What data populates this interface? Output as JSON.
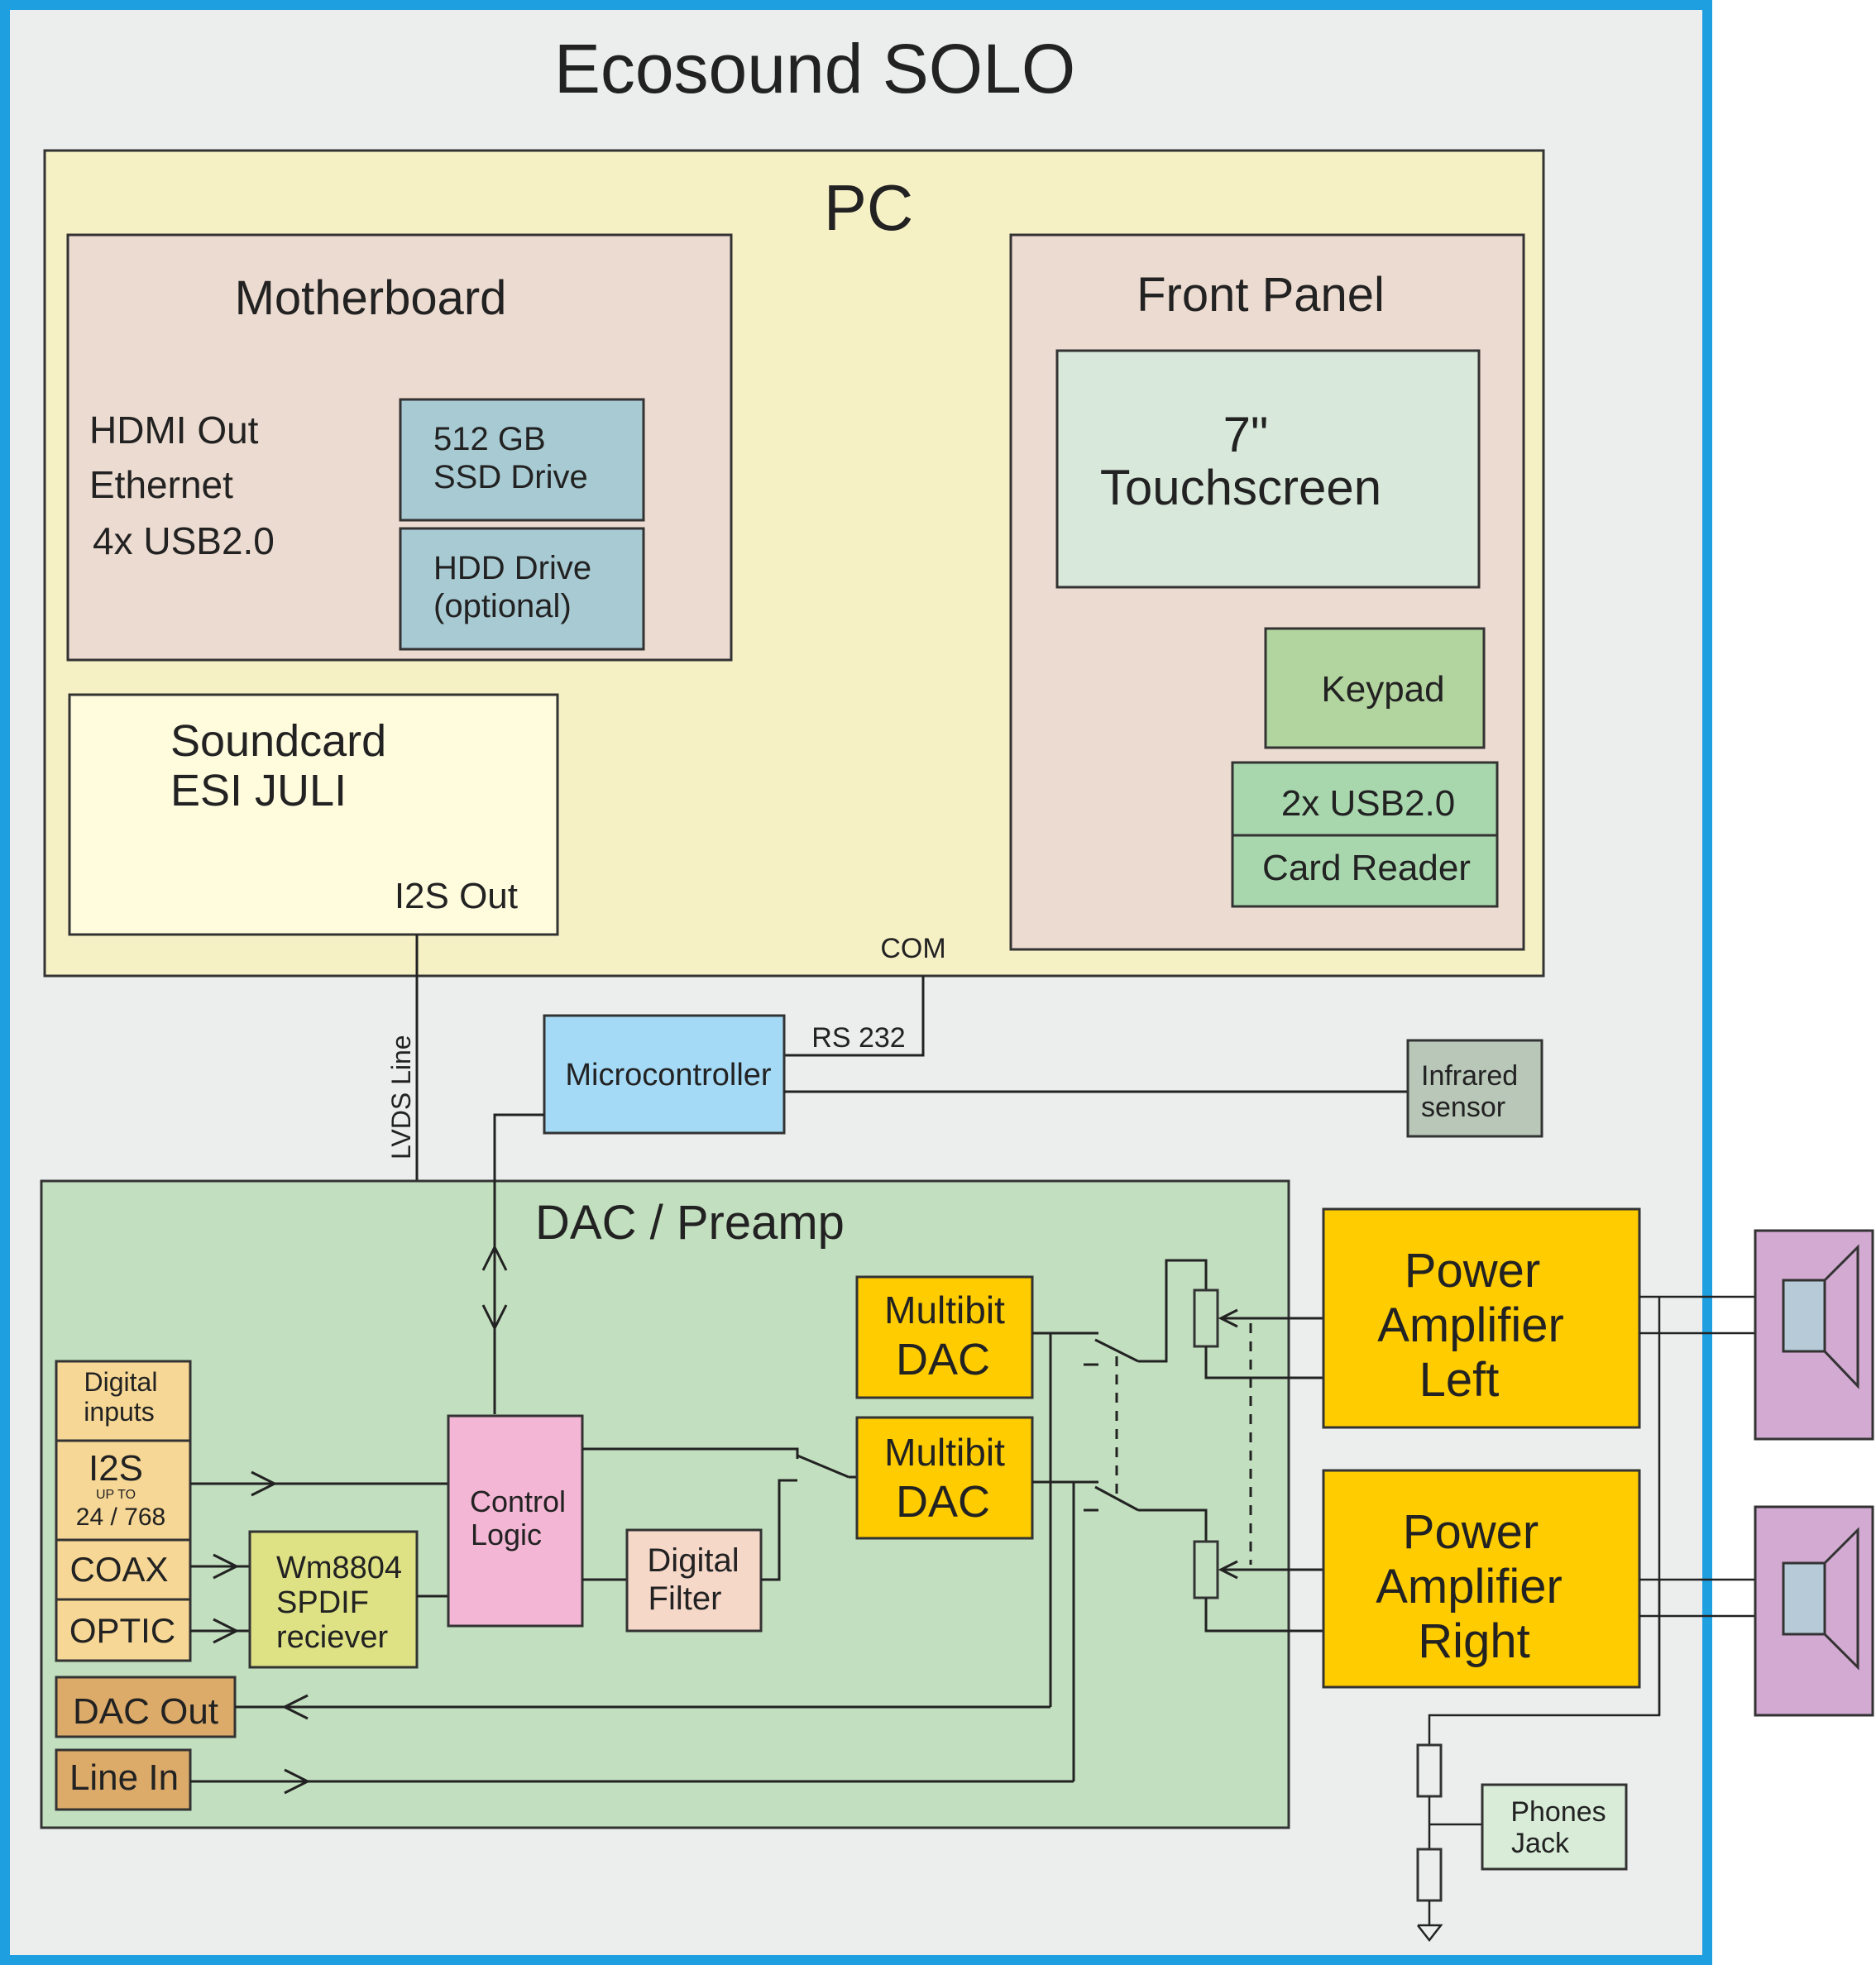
{
  "title": "Ecosound SOLO",
  "colors": {
    "frame_border": "#1d9fe0",
    "frame_bg": "#eceeee",
    "pc_bg": "#f6f1c5",
    "panel_bg": "#ecdbd0",
    "storage_bg": "#a8cad3",
    "soundcard_bg": "#fffbdd",
    "touchscreen_bg": "#d8e8da",
    "keypad_bg": "#b2d49e",
    "usb_bg": "#a8d7ae",
    "microcontroller_bg": "#a5daf6",
    "infrared_bg": "#b8c7b8",
    "dac_bg": "#c2dfbf",
    "input_bg": "#f6d795",
    "spdif_bg": "#dee285",
    "control_bg": "#f3b6d4",
    "filter_bg": "#f6d8c9",
    "yellow_bg": "#ffcc00",
    "port_bg": "#dcab6a",
    "speaker_bg": "#d2aad2",
    "driver_bg": "#b6cad8",
    "phones_bg": "#d8ecd8"
  },
  "pc": {
    "label": "PC",
    "motherboard": {
      "label": "Motherboard",
      "ports": [
        "HDMI Out",
        "Ethernet",
        "4x USB2.0"
      ],
      "ssd": [
        "512 GB",
        "SSD Drive"
      ],
      "hdd": [
        "HDD Drive",
        "(optional)"
      ]
    },
    "soundcard": {
      "label": [
        "Soundcard",
        "ESI JULI"
      ],
      "output": "I2S Out"
    },
    "front_panel": {
      "label": "Front Panel",
      "touchscreen": [
        "7\"",
        "Touchscreen"
      ],
      "keypad": "Keypad",
      "usb": "2x USB2.0",
      "card_reader": "Card Reader"
    },
    "com": "COM"
  },
  "links": {
    "rs232": "RS 232",
    "lvds": "LVDS Line"
  },
  "microcontroller": "Microcontroller",
  "infrared": [
    "Infrared",
    "sensor"
  ],
  "dac": {
    "label": "DAC / Preamp",
    "digital_inputs": [
      "Digital",
      "inputs"
    ],
    "i2s": {
      "label": "I2S",
      "sub": "UP TO",
      "rate": "24 / 768"
    },
    "coax": "COAX",
    "optic": "OPTIC",
    "spdif": [
      "Wm8804",
      "SPDIF",
      "reciever"
    ],
    "control_logic": [
      "Control",
      "Logic"
    ],
    "digital_filter": [
      "Digital",
      "Filter"
    ],
    "dac_units": [
      [
        "Multibit",
        "DAC"
      ],
      [
        "Multibit",
        "DAC"
      ]
    ],
    "dac_out": "DAC Out",
    "line_in": "Line In"
  },
  "amplifiers": [
    [
      "Power",
      "Amplifier",
      "Left"
    ],
    [
      "Power",
      "Amplifier",
      "Right"
    ]
  ],
  "phones": [
    "Phones",
    "Jack"
  ]
}
